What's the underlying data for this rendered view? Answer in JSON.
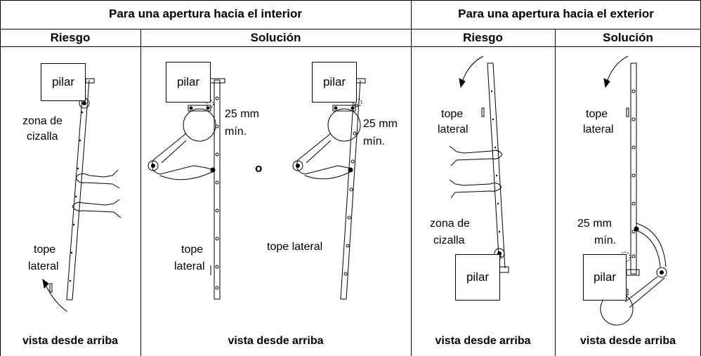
{
  "headers": {
    "interior": "Para una apertura hacia el interior",
    "exterior": "Para una apertura hacia el exterior"
  },
  "subheaders": {
    "int_riesgo": "Riesgo",
    "int_solucion": "Solución",
    "ext_riesgo": "Riesgo",
    "ext_solucion": "Solución"
  },
  "panel1": {
    "pilar": "pilar",
    "zona_l1": "zona de",
    "zona_l2": "cizalla",
    "tope_l1": "tope",
    "tope_l2": "lateral",
    "footer": "vista desde arriba"
  },
  "panel2": {
    "pilar_a": "pilar",
    "dist_a_l1": "25 mm",
    "dist_a_l2": "mín.",
    "tope_l1": "tope",
    "tope_l2": "lateral",
    "o_label": "o",
    "pilar_b": "pilar",
    "dist_b_l1": "25 mm",
    "dist_b_l2": "mín.",
    "tope_b": "tope lateral",
    "footer": "vista desde arriba"
  },
  "panel3": {
    "tope_l1": "tope",
    "tope_l2": "lateral",
    "zona_l1": "zona de",
    "zona_l2": "cizalla",
    "pilar": "pilar",
    "footer": "vista desde arriba"
  },
  "panel4": {
    "tope_l1": "tope",
    "tope_l2": "lateral",
    "dist_l1": "25 mm",
    "dist_l2": "mín.",
    "pilar": "pilar",
    "footer": "vista desde arriba"
  }
}
